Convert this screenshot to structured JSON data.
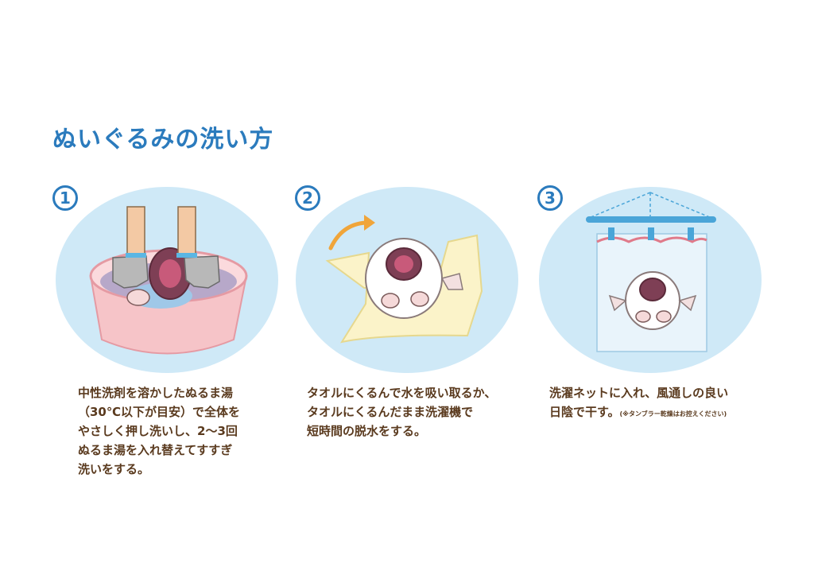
{
  "title": "ぬいぐるみの洗い方",
  "steps": [
    {
      "number": "1",
      "lines": [
        "中性洗剤を溶かしたぬるま湯",
        "（30℃以下が目安）で全体を",
        "やさしく押し洗いし、2〜3回",
        "ぬるま湯を入れ替えてすすぎ",
        "洗いをする。"
      ]
    },
    {
      "number": "2",
      "lines": [
        "タオルにくるんで水を吸い取るか、",
        "タオルにくるんだまま洗濯機で",
        "短時間の脱水をする。"
      ]
    },
    {
      "number": "3",
      "lines": [
        "洗濯ネットに入れ、風通しの良い",
        "日陰で干す。"
      ],
      "note": "(※タンブラー乾燥はお控えください)"
    }
  ],
  "colors": {
    "title": "#2b7bbd",
    "circle": "#cfe9f7",
    "text": "#5a3a1e",
    "tub": "#f6c4c8",
    "towel": "#fbf3c9",
    "arrow": "#f0a53a",
    "hanger": "#4aa5d8"
  }
}
